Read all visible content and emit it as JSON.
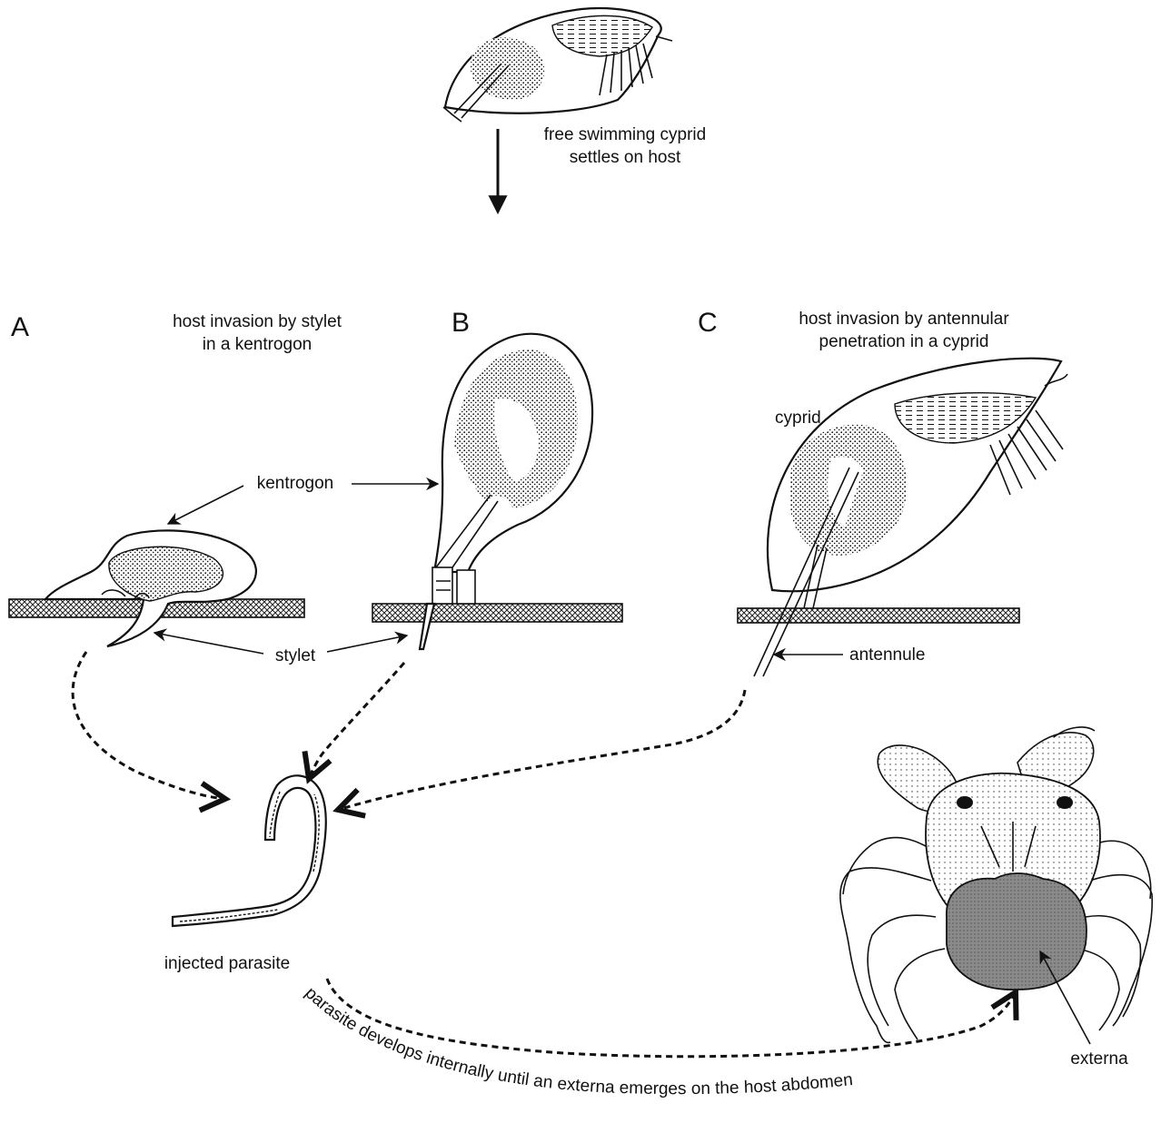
{
  "labels": {
    "top_caption_line1": "free swimming cyprid",
    "top_caption_line2": "settles on host",
    "panel_a": "A",
    "panel_b": "B",
    "panel_c": "C",
    "a_title_line1": "host invasion by stylet",
    "a_title_line2": "in a kentrogon",
    "c_title_line1": "host invasion by antennular",
    "c_title_line2": "penetration in a cyprid",
    "kentrogon": "kentrogon",
    "stylet": "stylet",
    "cyprid": "cyprid",
    "antennule": "antennule",
    "injected_parasite": "injected parasite",
    "externa": "externa",
    "bottom_caption": "parasite develops internally until an externa emerges on the host abdomen"
  }
}
